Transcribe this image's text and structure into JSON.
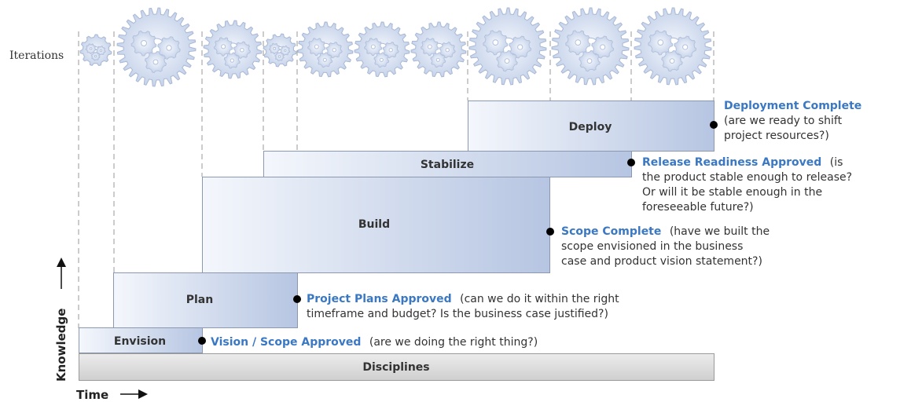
{
  "iterations_label": "Iterations",
  "axes": {
    "knowledge": "Knowledge",
    "time": "Time"
  },
  "disciplines_label": "Disciplines",
  "phases": {
    "envision": "Envision",
    "plan": "Plan",
    "build": "Build",
    "stabilize": "Stabilize",
    "deploy": "Deploy"
  },
  "milestones": {
    "vision": {
      "title": "Vision / Scope Approved",
      "lines": [
        "(are we doing the right thing?)"
      ]
    },
    "plans": {
      "title": "Project Plans Approved",
      "lines": [
        "(can we do it within the right",
        "timeframe and budget? Is the business case justified?)"
      ]
    },
    "scope": {
      "title": "Scope Complete",
      "lines": [
        "(have we built the",
        "scope envisioned in the business",
        "case and product vision statement?)"
      ]
    },
    "release": {
      "title": "Release Readiness Approved",
      "lines": [
        "(is",
        "the product stable enough to release?",
        "Or will it be stable enough in the",
        "foreseeable future?)"
      ]
    },
    "deployment": {
      "title": "Deployment Complete",
      "lines": [
        "(are we ready to shift",
        "project resources?)"
      ]
    }
  },
  "colors": {
    "phase_fill_light": "#f2f5fb",
    "phase_fill_dark": "#b4c3e0",
    "phase_border": "#8c98b0",
    "milestone_title": "#3a78c4",
    "gear": "#c9d5ea",
    "disciplines_fill": "#d7d7d7"
  }
}
